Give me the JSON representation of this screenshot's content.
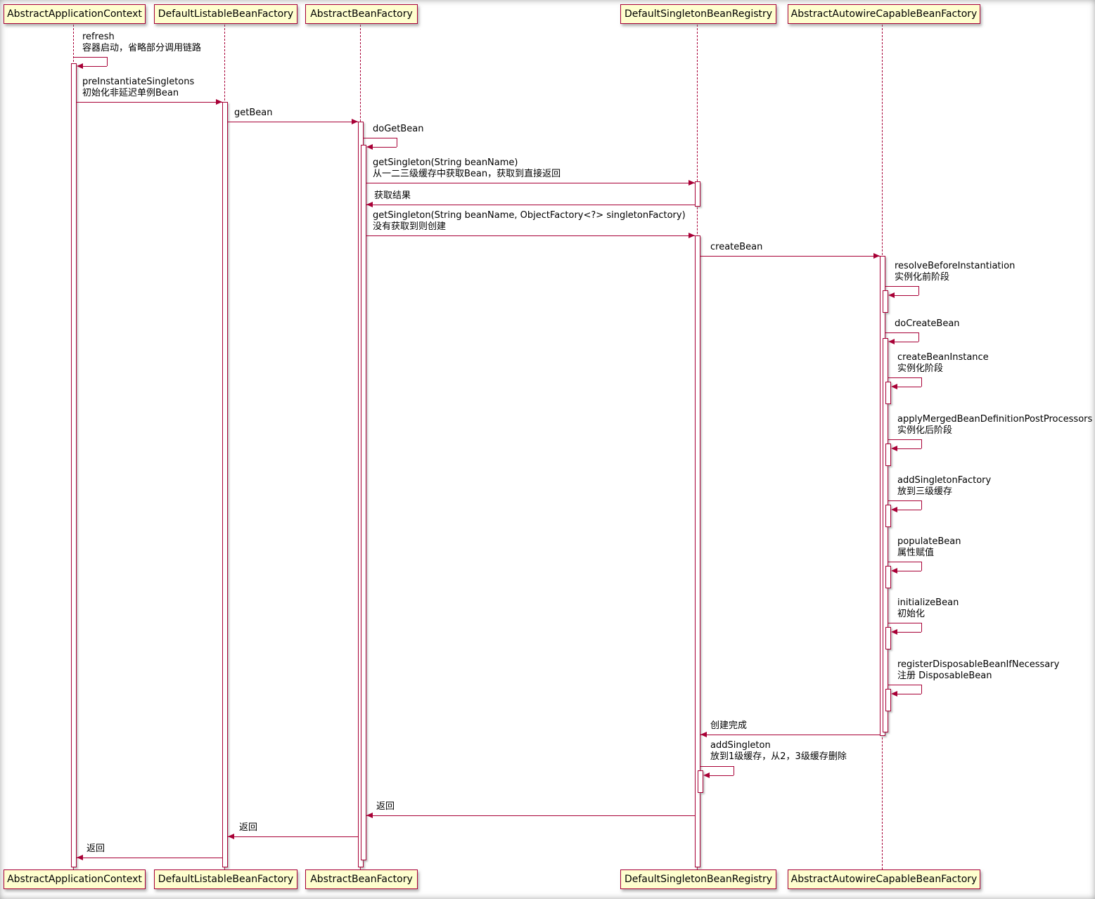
{
  "diagram_type": "sequence",
  "colors": {
    "participant_fill": "#FEFECE",
    "border": "#A80036",
    "arrow": "#A80036",
    "lifeline": "#A80036",
    "activation_fill": "#FFFFFF"
  },
  "participants": [
    "AbstractApplicationContext",
    "DefaultListableBeanFactory",
    "AbstractBeanFactory",
    "DefaultSingletonBeanRegistry",
    "AbstractAutowireCapableBeanFactory"
  ],
  "messages": [
    {
      "text": "refresh",
      "note": "容器启动，省略部分调用链路"
    },
    {
      "text": "preInstantiateSingletons",
      "note": "初始化非延迟单例Bean"
    },
    {
      "text": "getBean"
    },
    {
      "text": "doGetBean"
    },
    {
      "text": "getSingleton(String beanName)",
      "note": "从一二三级缓存中获取Bean，获取到直接返回"
    },
    {
      "text": "获取结果"
    },
    {
      "text": "getSingleton(String beanName, ObjectFactory<?> singletonFactory)",
      "note": "没有获取到则创建"
    },
    {
      "text": "createBean"
    },
    {
      "text": "resolveBeforeInstantiation",
      "note": "实例化前阶段"
    },
    {
      "text": "doCreateBean"
    },
    {
      "text": "createBeanInstance",
      "note": "实例化阶段"
    },
    {
      "text": "applyMergedBeanDefinitionPostProcessors",
      "note": "实例化后阶段"
    },
    {
      "text": "addSingletonFactory",
      "note": "放到三级缓存"
    },
    {
      "text": "populateBean",
      "note": "属性赋值"
    },
    {
      "text": "initializeBean",
      "note": "初始化"
    },
    {
      "text": "registerDisposableBeanIfNecessary",
      "note": "注册 DisposableBean"
    },
    {
      "text": "创建完成"
    },
    {
      "text": "addSingleton",
      "note": "放到1级缓存，从2，3级缓存删除"
    },
    {
      "text": "返回"
    },
    {
      "text": "返回"
    },
    {
      "text": "返回"
    }
  ]
}
